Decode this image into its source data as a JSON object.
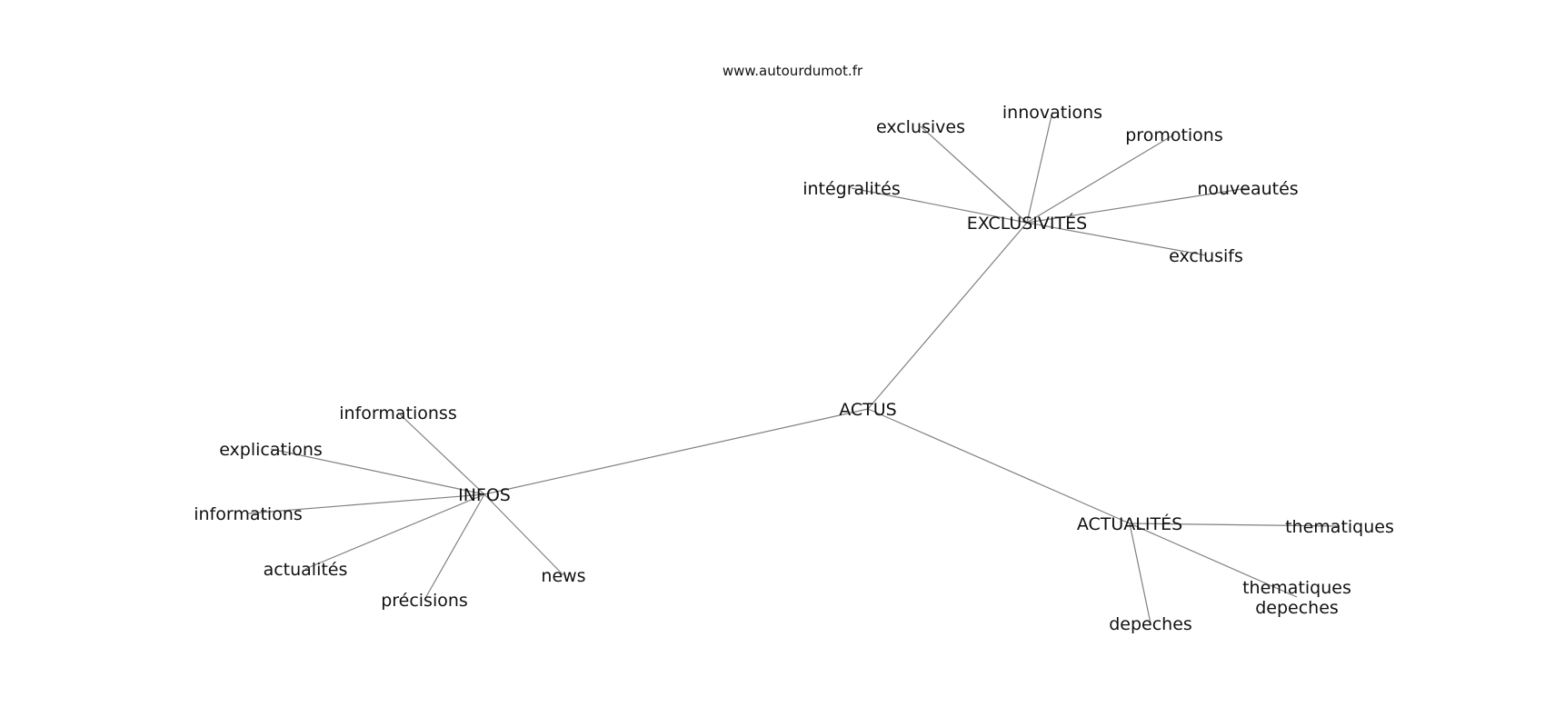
{
  "credit": "www.autourdumot.fr",
  "root": {
    "label": "ACTUS"
  },
  "groups": [
    {
      "label": "EXCLUSIVITÉS",
      "children": [
        "exclusives",
        "innovations",
        "promotions",
        "intégralités",
        "nouveautés",
        "exclusifs"
      ]
    },
    {
      "label": "INFOS",
      "children": [
        "informationss",
        "explications",
        "informations",
        "actualités",
        "précisions",
        "news"
      ]
    },
    {
      "label": "ACTUALITÉS",
      "children": [
        "thematiques",
        "thematiques depeches",
        "depeches"
      ]
    }
  ]
}
